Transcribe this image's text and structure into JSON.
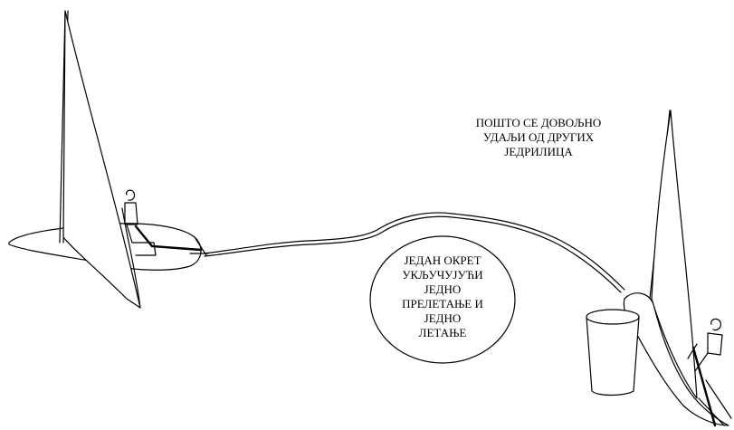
{
  "diagram": {
    "top_note": {
      "lines": [
        "ПОШТО СЕ ДОВОЉНО",
        "УДАЉИ ОД ДРУГИХ",
        "ЈЕДРИЛИЦА"
      ]
    },
    "circle_note": {
      "lines": [
        "ЈЕДАН ОКРЕТ",
        "УКЉУЧУЈУЋИ",
        "ЈЕДНО",
        "ПРЕЛЕТАЊЕ И",
        "ЈЕДНО",
        "ЛЕТАЊЕ"
      ]
    }
  }
}
